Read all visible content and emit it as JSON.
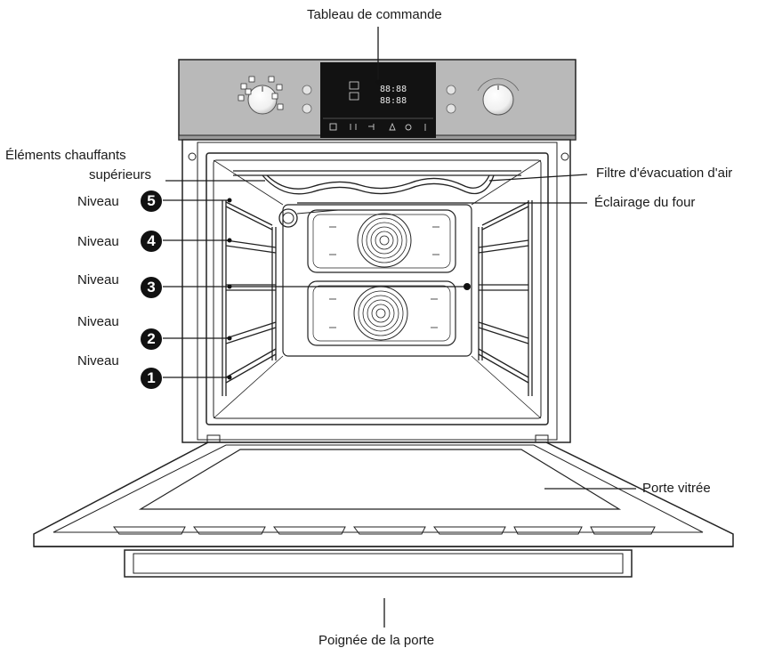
{
  "labels": {
    "control_panel": "Tableau de commande",
    "top_heaters_line1": "Éléments chauffants",
    "top_heaters_line2": "supérieurs",
    "air_filter": "Filtre d'évacuation d'air",
    "oven_light": "Éclairage du four",
    "glass_door": "Porte vitrée",
    "door_handle": "Poignée de la porte"
  },
  "levels": [
    {
      "word": "Niveau",
      "number": "5"
    },
    {
      "word": "Niveau",
      "number": "4"
    },
    {
      "word": "Niveau",
      "number": "3"
    },
    {
      "word": "Niveau",
      "number": "2"
    },
    {
      "word": "Niveau",
      "number": "1"
    }
  ],
  "display": {
    "digits_top": "88:88",
    "digits_bottom": "88:88"
  },
  "colors": {
    "panel": "#b9b9b9",
    "display": "#111111",
    "line": "#1a1a1a",
    "text": "#1a1a1a"
  }
}
